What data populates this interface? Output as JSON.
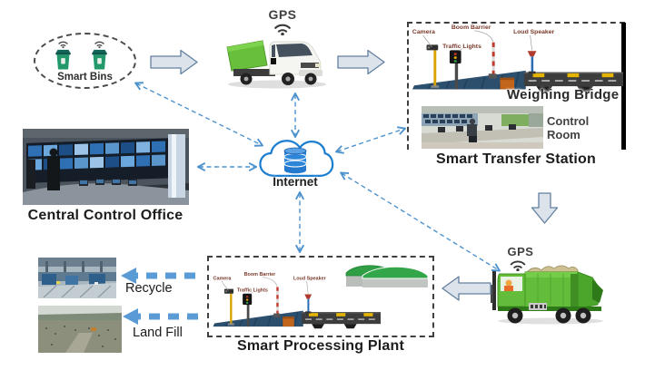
{
  "nodes": {
    "smart_bins": {
      "label": "Smart Bins"
    },
    "collection_truck": {
      "gps_label": "GPS"
    },
    "transfer_station": {
      "title": "Smart Transfer Station",
      "weighing_bridge_label": "Weighing Bridge",
      "control_room_label": "Control Room",
      "equipment": {
        "camera": "Camera",
        "boom_barrier": "Boom Barrier",
        "traffic_lights": "Traffic Lights",
        "loud_speaker": "Loud Speaker"
      }
    },
    "internet": {
      "label": "Internet"
    },
    "central_control_office": {
      "title": "Central Control Office"
    },
    "transport_truck": {
      "gps_label": "GPS"
    },
    "processing_plant": {
      "title": "Smart Processing Plant",
      "equipment": {
        "camera": "Camera",
        "boom_barrier": "Boom Barrier",
        "traffic_lights": "Traffic Lights",
        "loud_speaker": "Loud Speaker"
      }
    },
    "recycle": {
      "label": "Recycle"
    },
    "landfill": {
      "label": "Land Fill"
    }
  },
  "colors": {
    "connector_blue": "#4f93ce",
    "thick_arrow_blue": "#5b9bd5",
    "block_arrow_fill": "#dce3eb",
    "block_arrow_stroke": "#63809f",
    "bin_green": "#23996b",
    "truck_green": "#64bd3a",
    "cloud_blue": "#1b7ed0",
    "equipment_label_maroon": "#7a3a2c",
    "dome_green": "#2f9e44"
  }
}
